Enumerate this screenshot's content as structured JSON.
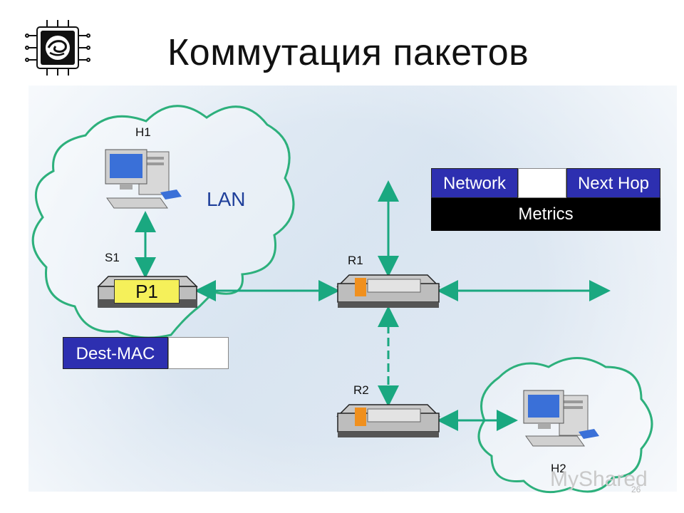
{
  "slide": {
    "title": "Коммутация пакетов",
    "page_number": "26",
    "watermark": "MyShared"
  },
  "labels": {
    "h1": "H1",
    "h2": "H2",
    "s1": "S1",
    "r1": "R1",
    "r2": "R2",
    "lan": "LAN",
    "packet": "P1"
  },
  "routing_table": {
    "network": "Network",
    "next_hop": "Next Hop",
    "metrics": "Metrics"
  },
  "frame_header": {
    "dest_mac": "Dest-MAC"
  },
  "colors": {
    "arrow": "#1aa880",
    "cloud": "#2db07c",
    "table_blue": "#2d2fb0",
    "packet_yellow": "#f5f05a"
  }
}
